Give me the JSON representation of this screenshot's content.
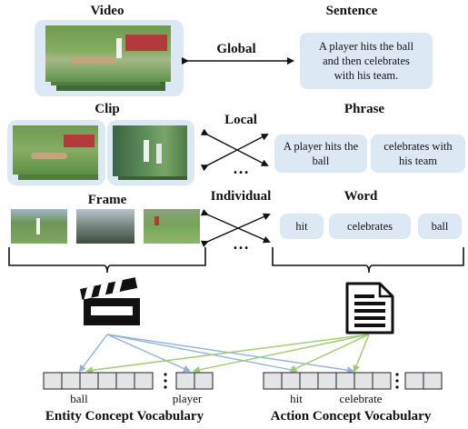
{
  "levels": {
    "video": "Video",
    "sentence": "Sentence",
    "clip": "Clip",
    "phrase": "Phrase",
    "frame": "Frame",
    "word": "Word"
  },
  "relations": {
    "global": "Global",
    "local": "Local",
    "individual": "Individual",
    "ellipsis": "…"
  },
  "sentence_text": "A player hits the ball and then celebrates with his team.",
  "phrases": [
    "A player  hits the ball",
    "celebrates with his team"
  ],
  "words": [
    "hit",
    "celebrates",
    "ball"
  ],
  "vocab": {
    "entity_title": "Entity Concept Vocabulary",
    "action_title": "Action Concept Vocabulary",
    "entity_labels": [
      "ball",
      "player"
    ],
    "action_labels": [
      "hit",
      "celebrate"
    ]
  },
  "colors": {
    "panel_fill": "#dde8f5",
    "arrow_blue": "#8fb3dd",
    "arrow_green": "#9ccc6e",
    "cell_fill": "#e2e4e7"
  },
  "icons": [
    "clapperboard-icon",
    "document-icon"
  ]
}
